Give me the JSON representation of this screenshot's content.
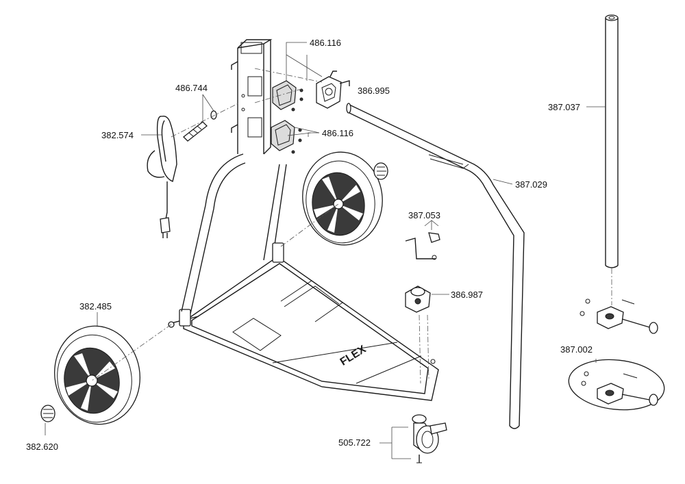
{
  "labels": {
    "p486116_top": "486.116",
    "p486744": "486.744",
    "p382574": "382.574",
    "p486116_mid": "486.116",
    "p386995": "386.995",
    "p387037": "387.037",
    "p387029": "387.029",
    "p387053": "387.053",
    "p386987": "386.987",
    "p382485": "382.485",
    "p387002": "387.002",
    "p505722": "505.722",
    "p382620": "382.620"
  },
  "frame_logo": "FLEX",
  "colors": {
    "line": "#1a1a1a",
    "background": "#ffffff",
    "wheel_fill": "#3a3a3a"
  }
}
